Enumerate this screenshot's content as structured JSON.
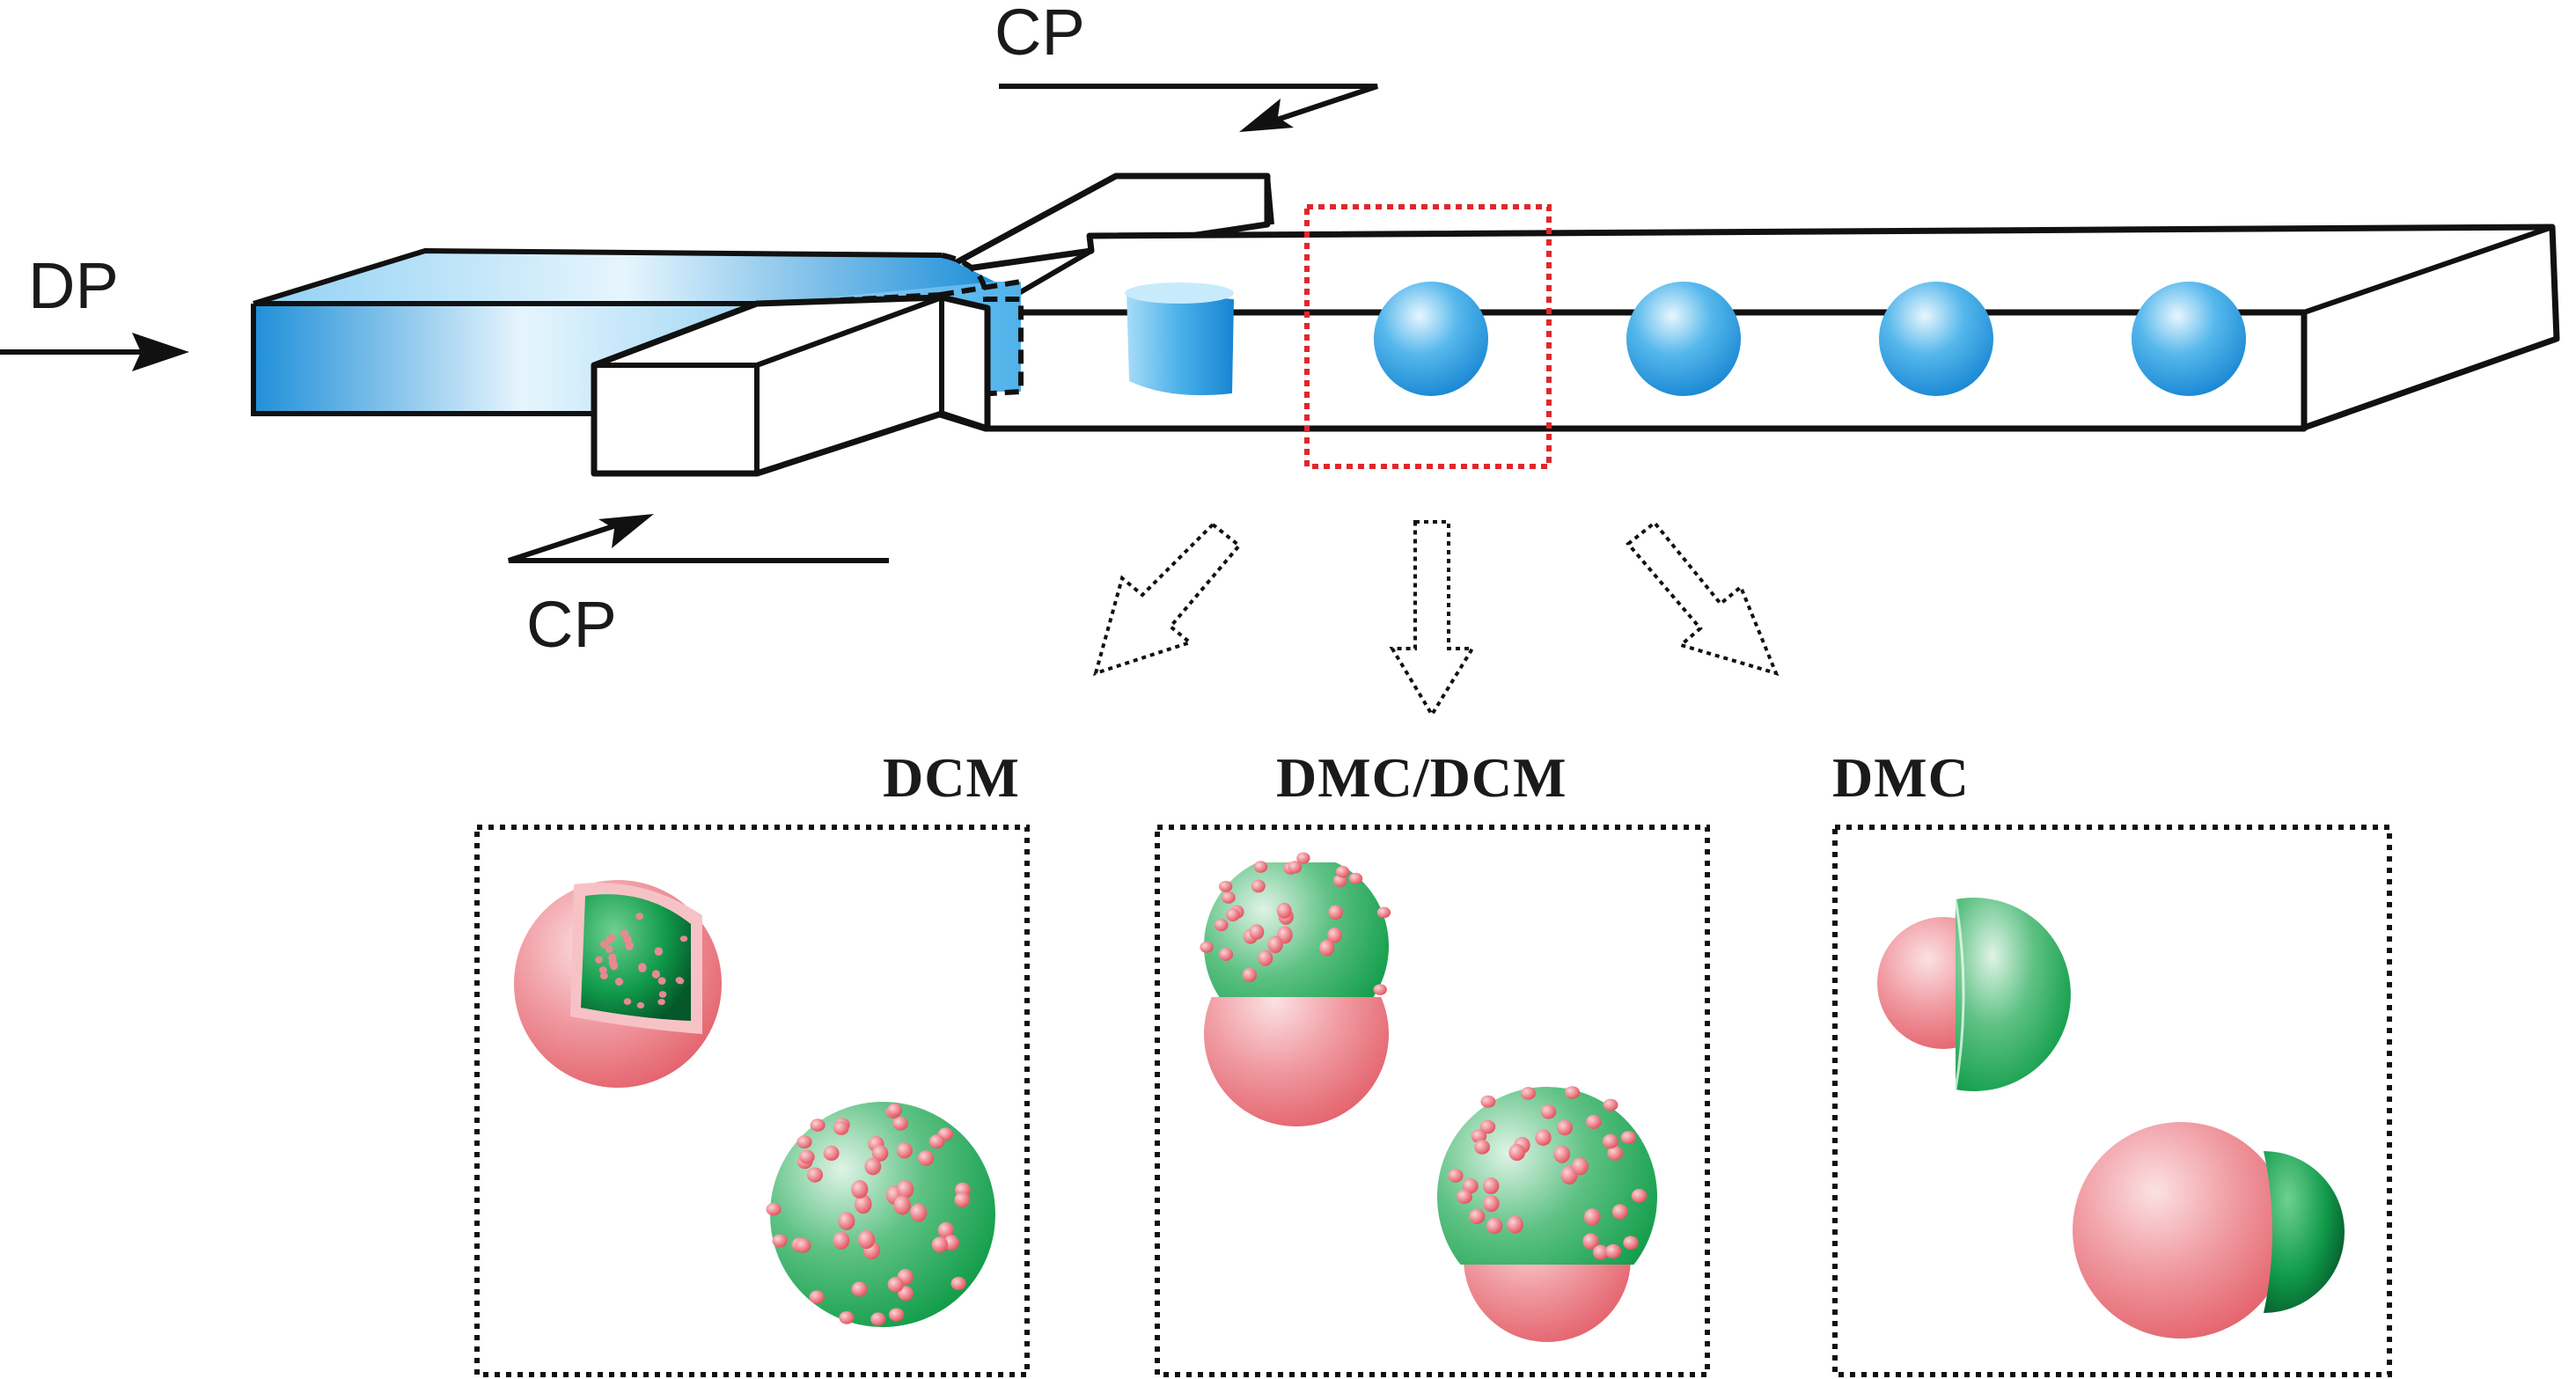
{
  "labels": {
    "dp": "DP",
    "cp_top": "CP",
    "cp_bottom": "CP"
  },
  "panels": [
    {
      "title": "DCM"
    },
    {
      "title": "DMC/DCM"
    },
    {
      "title": "DMC"
    }
  ],
  "colors": {
    "dispersed_phase_blue": "#2b9fe0",
    "highlight_box_red": "#e1262c",
    "particle_green": "#129f4a",
    "particle_pink": "#ea6f78"
  }
}
